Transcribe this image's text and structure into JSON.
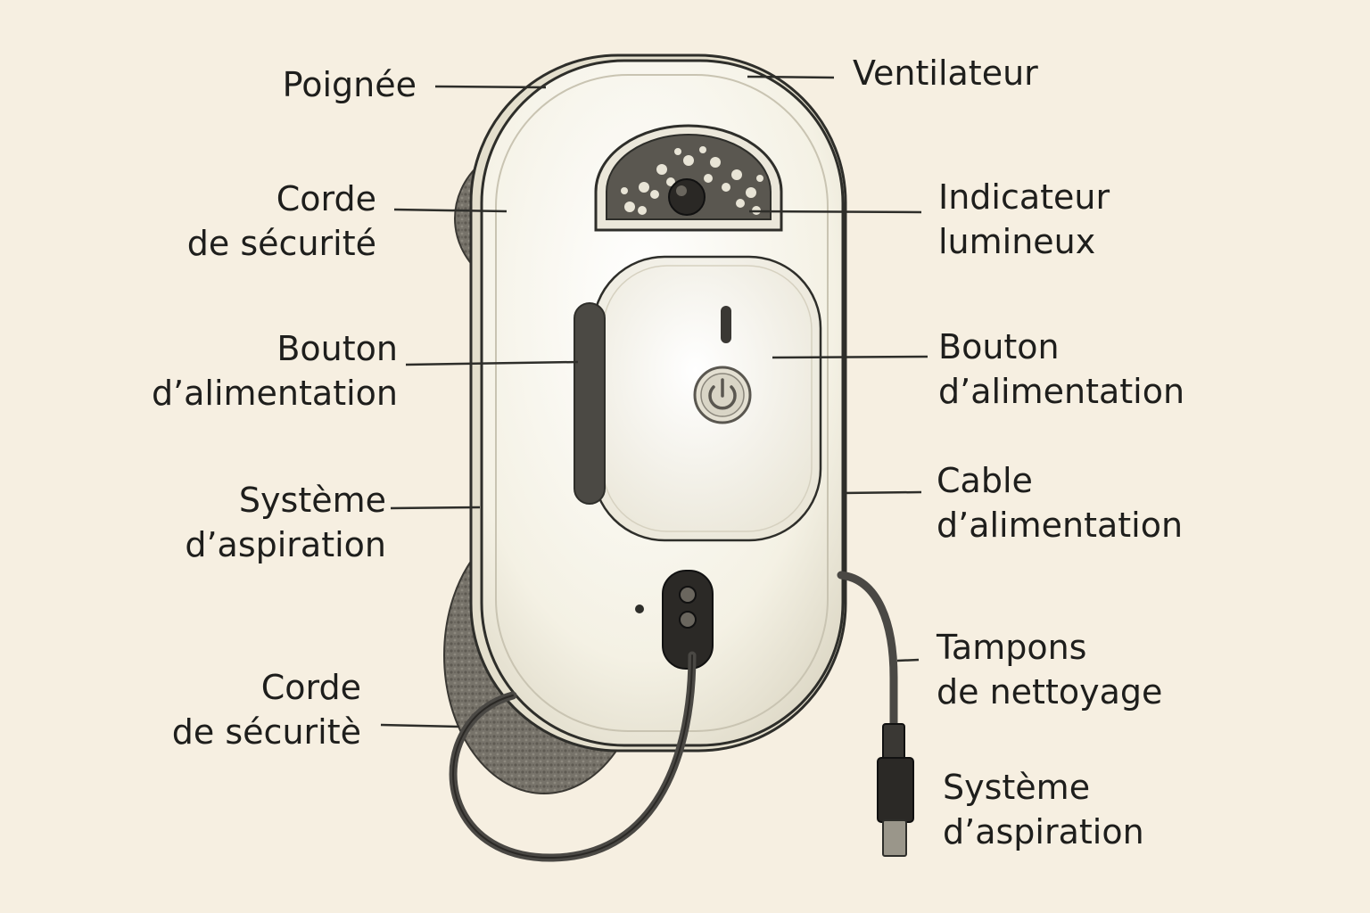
{
  "labels": {
    "poignee": "Poignée",
    "ventilateur": "Ventilateur",
    "corde_1": [
      "Corde",
      "de sécurité"
    ],
    "indicateur": [
      "Indicateur",
      "lumineux"
    ],
    "bouton_left": [
      "Bouton",
      "d’alimentation"
    ],
    "bouton_right": [
      "Bouton",
      "d’alimentation"
    ],
    "systeme_left": [
      "Système",
      "d’aspiration"
    ],
    "cable": [
      "Cable",
      "d’alimentation"
    ],
    "corde_2": [
      "Corde",
      "de sécuritè"
    ],
    "tampons": [
      "Tampons",
      "de nettoyage"
    ],
    "systeme_right": [
      "Système",
      "d’aspiration"
    ]
  },
  "colors": {
    "background": "#f6efe1",
    "body": "#f7f5ea",
    "outline": "#2e2e2a",
    "pad": "#6e6a60"
  }
}
